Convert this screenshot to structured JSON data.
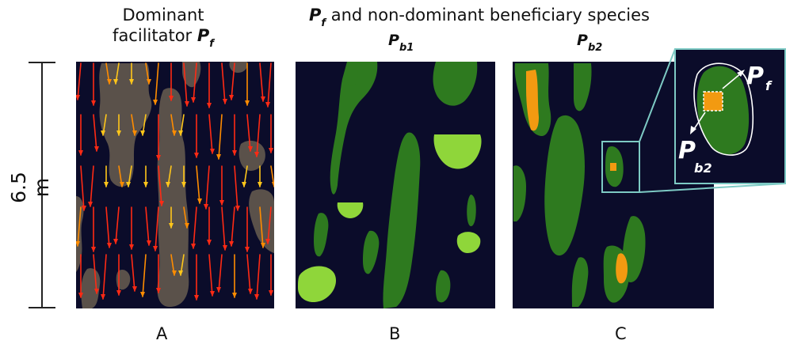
{
  "scale": {
    "label": "6.5 m"
  },
  "panel_a": {
    "title_line1": "Dominant",
    "title_line2": "facilitator",
    "symbol": "P",
    "symbol_sub": "f",
    "letter": "A"
  },
  "header": {
    "symbol": "P",
    "symbol_sub": "f",
    "rest": " and non-dominant beneficiary species"
  },
  "panel_b": {
    "symbol": "P",
    "symbol_sub": "b1",
    "letter": "B"
  },
  "panel_c": {
    "symbol": "P",
    "symbol_sub": "b2",
    "letter": "C"
  },
  "inset": {
    "label_pf": "P",
    "label_pf_sub": "f",
    "label_pb2": "P",
    "label_pb2_sub": "b2"
  },
  "colors": {
    "background": "#0b0c2a",
    "facilitator_patch": "#5a514a",
    "arrow_red": "#ff2a14",
    "arrow_orange": "#ff8c00",
    "arrow_yellow": "#ffc61a",
    "green_dark": "#2e7a1f",
    "green_light": "#8fd63a",
    "orange_patch": "#f29a11",
    "teal": "#7dcac4"
  }
}
